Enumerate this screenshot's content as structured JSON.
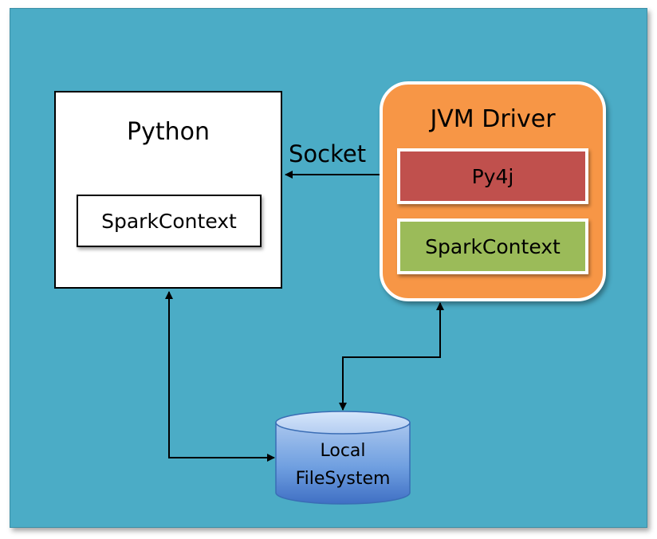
{
  "diagram": {
    "python": {
      "title": "Python",
      "spark_context": "SparkContext"
    },
    "jvm": {
      "title": "JVM Driver",
      "py4j": "Py4j",
      "spark_context": "SparkContext"
    },
    "socket_label": "Socket",
    "storage": {
      "line1": "Local",
      "line2": "FileSystem"
    }
  },
  "colors": {
    "background": "#4bacc6",
    "jvm_box": "#f79646",
    "py4j_box": "#c0504d",
    "jvm_sparkcontext_box": "#9bbb59",
    "storage_cylinder": "#4f81bd"
  }
}
